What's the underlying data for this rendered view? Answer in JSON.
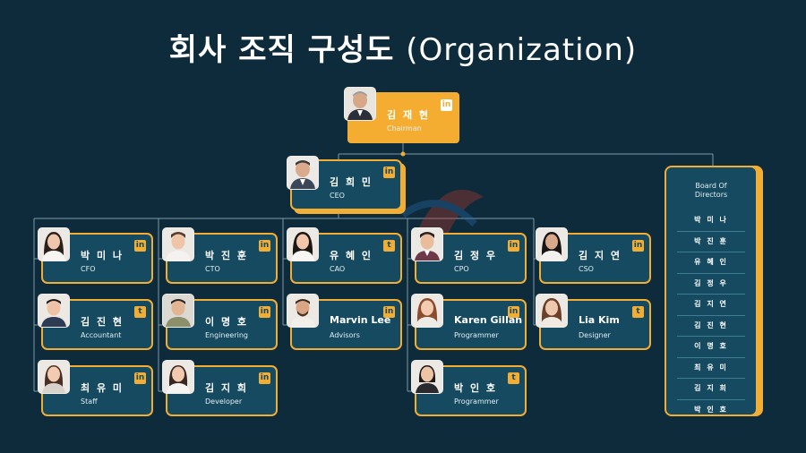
{
  "title": {
    "ko": "회사 조직 구성도",
    "en": "(Organization)"
  },
  "chairman": {
    "name": "김 재 현",
    "role": "Chairman",
    "social": "linkedin"
  },
  "ceo": {
    "name": "김 희 민",
    "role": "CEO",
    "social": "linkedin"
  },
  "columns": [
    [
      {
        "name": "박 미 나",
        "role": "CFO",
        "social": "linkedin"
      },
      {
        "name": "김 진 현",
        "role": "Accountant",
        "social": "twitter"
      },
      {
        "name": "최 유 미",
        "role": "Staff",
        "social": "linkedin"
      }
    ],
    [
      {
        "name": "박 진 훈",
        "role": "CTO",
        "social": "linkedin"
      },
      {
        "name": "이 명 호",
        "role": "Engineering",
        "social": "linkedin"
      },
      {
        "name": "김 지 희",
        "role": "Developer",
        "social": "linkedin"
      }
    ],
    [
      {
        "name": "유 혜 인",
        "role": "CAO",
        "social": "twitter"
      },
      {
        "name": "Marvin Lee",
        "role": "Advisors",
        "social": "linkedin"
      }
    ],
    [
      {
        "name": "김 정 우",
        "role": "CPO",
        "social": "linkedin"
      },
      {
        "name": "Karen Gillan",
        "role": "Programmer",
        "social": "linkedin"
      },
      {
        "name": "박 인 호",
        "role": "Programmer",
        "social": "twitter"
      }
    ],
    [
      {
        "name": "김 지 연",
        "role": "CSO",
        "social": "linkedin"
      },
      {
        "name": "Lia Kim",
        "role": "Designer",
        "social": "twitter"
      }
    ]
  ],
  "board": {
    "title": "Board Of Directors",
    "members": [
      "박 미 나",
      "박 진 훈",
      "유 혜 인",
      "김 정 우",
      "김 지 연",
      "김 진 현",
      "이 명 호",
      "최 유 미",
      "김 지 희",
      "박 인 호"
    ]
  },
  "colors": {
    "background": "#0d2b3a",
    "card": "#154a61",
    "accent": "#f2ad35"
  }
}
